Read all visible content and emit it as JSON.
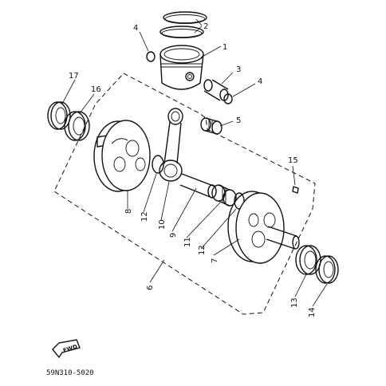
{
  "callouts": {
    "n1": "1",
    "n2": "2",
    "n3": "3",
    "n4a": "4",
    "n4b": "4",
    "n5": "5",
    "n6": "6",
    "n7": "7",
    "n8": "8",
    "n9": "9",
    "n10": "10",
    "n11": "11",
    "n12a": "12",
    "n12b": "12",
    "n13": "13",
    "n14": "14",
    "n15": "15",
    "n16": "16",
    "n17": "17"
  },
  "fwd_label": "FWD",
  "part_code": "59N310-5020"
}
